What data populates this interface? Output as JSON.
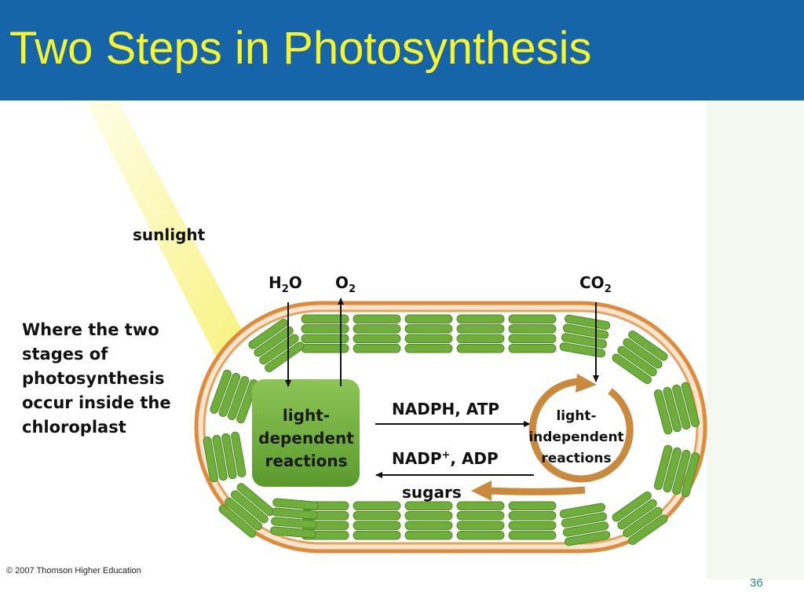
{
  "slide": {
    "title": "Two Steps in Photosynthesis",
    "caption": "Where the two stages of photosynthesis occur inside the chloroplast",
    "copyright": "© 2007 Thomson Higher Education",
    "page_number": "36"
  },
  "diagram": {
    "sunlight_label": "sunlight",
    "inputs": {
      "water_main": "H",
      "water_sub": "2",
      "water_tail": "O",
      "oxygen_main": "O",
      "oxygen_sub": "2",
      "co2_main": "CO",
      "co2_sub": "2"
    },
    "light_dependent": {
      "line1": "light-",
      "line2": "dependent",
      "line3": "reactions"
    },
    "light_independent": {
      "line1": "light-",
      "line2": "independent",
      "line3": "reactions"
    },
    "flows": {
      "nadph_atp": "NADPH, ATP",
      "nadp_main": "NADP",
      "nadp_sup": "+",
      "adp_tail": ", ADP",
      "sugars": "sugars"
    },
    "colors": {
      "header": "#1565a8",
      "title": "#f7f32c",
      "thylakoid": "#6fae3a",
      "outer_membrane": "#e08a3c",
      "cycle_arrow": "#c98a3e"
    }
  }
}
